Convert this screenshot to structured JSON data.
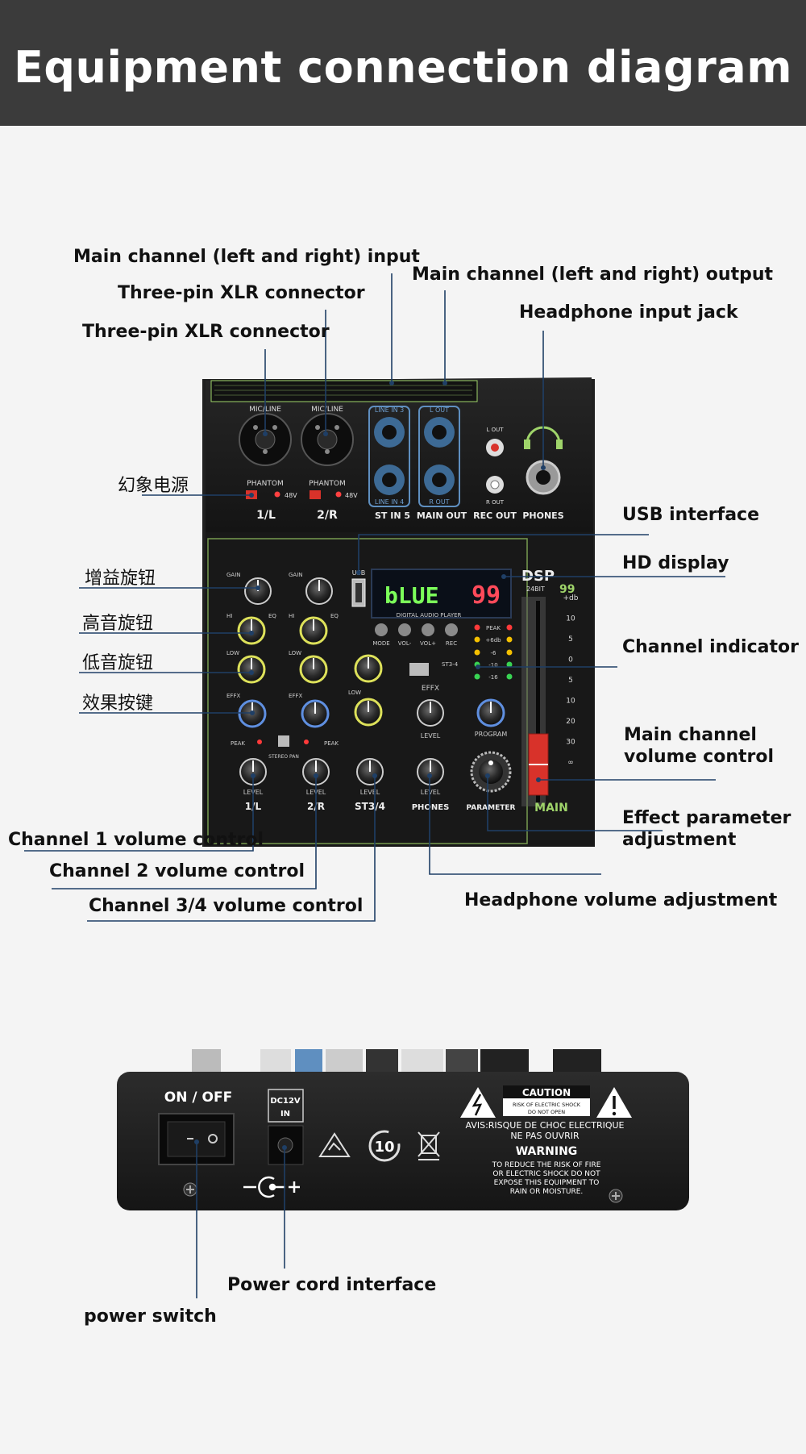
{
  "title": "Equipment connection diagram",
  "top_labels": {
    "main_input": "Main channel (left and right) input",
    "xlr_1": "Three-pin XLR connector",
    "xlr_2": "Three-pin XLR connector",
    "main_output": "Main channel (left and right) output",
    "headphone_jack": "Headphone input jack",
    "phantom": "幻象电源",
    "usb": "USB interface",
    "hd_display": "HD display",
    "gain_knob": "增益旋钮",
    "treble_knob": "高音旋钮",
    "bass_knob": "低音旋钮",
    "effects_key": "效果按键",
    "channel_indicator": "Channel indicator",
    "main_volume": [
      "Main channel",
      "volume control"
    ],
    "effect_param": [
      "Effect parameter",
      "adjustment"
    ],
    "ch1_volume": "Channel 1 volume control",
    "ch2_volume": "Channel 2 volume control",
    "ch34_volume": "Channel 3/4 volume control",
    "headphone_volume": "Headphone volume adjustment"
  },
  "bottom_labels": {
    "power_cord": "Power cord interface",
    "power_switch": "power switch"
  },
  "mixer_text": {
    "mic_line": "MIC/LINE",
    "phantom": "PHANTOM",
    "v48": "48V",
    "ch1": "1/L",
    "ch2": "2/R",
    "line_in3": "LINE IN 3",
    "line_in4": "LINE IN 4",
    "st_in5": "ST IN 5",
    "l_out": "L OUT",
    "r_out": "R OUT",
    "main_out": "MAIN OUT",
    "rec_l_out": "L OUT",
    "rec_r_out": "R OUT",
    "rec_out": "REC OUT",
    "phones": "PHONES",
    "usb": "USB",
    "gain": "GAIN",
    "hi": "HI",
    "low": "LOW",
    "eq": "EQ",
    "effx": "EFFX",
    "peak": "PEAK",
    "stereo_pan": "STEREO PAN",
    "level": "LEVEL",
    "st34": "ST3/4",
    "parameter": "PARAMETER",
    "program": "PROGRAM",
    "main": "MAIN",
    "dsp": "DSP",
    "dsp_num": "99",
    "bit": "24BIT",
    "display_text": "bLUE",
    "display_num": "99",
    "dap": "DIGITAL AUDIO PLAYER",
    "mode": "MODE",
    "vol_minus": "VOL-",
    "vol_plus": "VOL+",
    "rec": "REC",
    "st34_usb": "ST3-4",
    "meter_marks": [
      "PEAK",
      "+6db",
      "-6",
      "-10",
      "-16"
    ],
    "fader_scale": [
      "+db",
      "10",
      "5",
      "0",
      "5",
      "10",
      "20",
      "30",
      "∞"
    ]
  },
  "back_panel_text": {
    "on_off": "ON / OFF",
    "dc": "DC12V",
    "in": "IN",
    "caution": "CAUTION",
    "risk": "RISK OF ELECTRIC SHOCK",
    "do_not_open": "DO NOT OPEN",
    "avis_1": "AVIS:RISQUE DE CHOC ELECTRIQUE",
    "avis_2": "NE PAS OUVRIR",
    "warning": "WARNING",
    "warn_1": "TO REDUCE THE RISK OF FIRE",
    "warn_2": "OR ELECTRIC SHOCK DO NOT",
    "warn_3": "EXPOSE THIS EQUIPMENT TO",
    "warn_4": "RAIN OR MOISTURE.",
    "ten": "10"
  },
  "colors": {
    "header_bg": "#3b3b3b",
    "leader_line": "#1f3f66",
    "panel": "#1c1c1c",
    "accent_green": "#9fd46a",
    "jack_blue": "#5f8fc0",
    "fader_red": "#d8322a",
    "display_red": "#ff4a5a",
    "display_green": "#7cff5a"
  }
}
